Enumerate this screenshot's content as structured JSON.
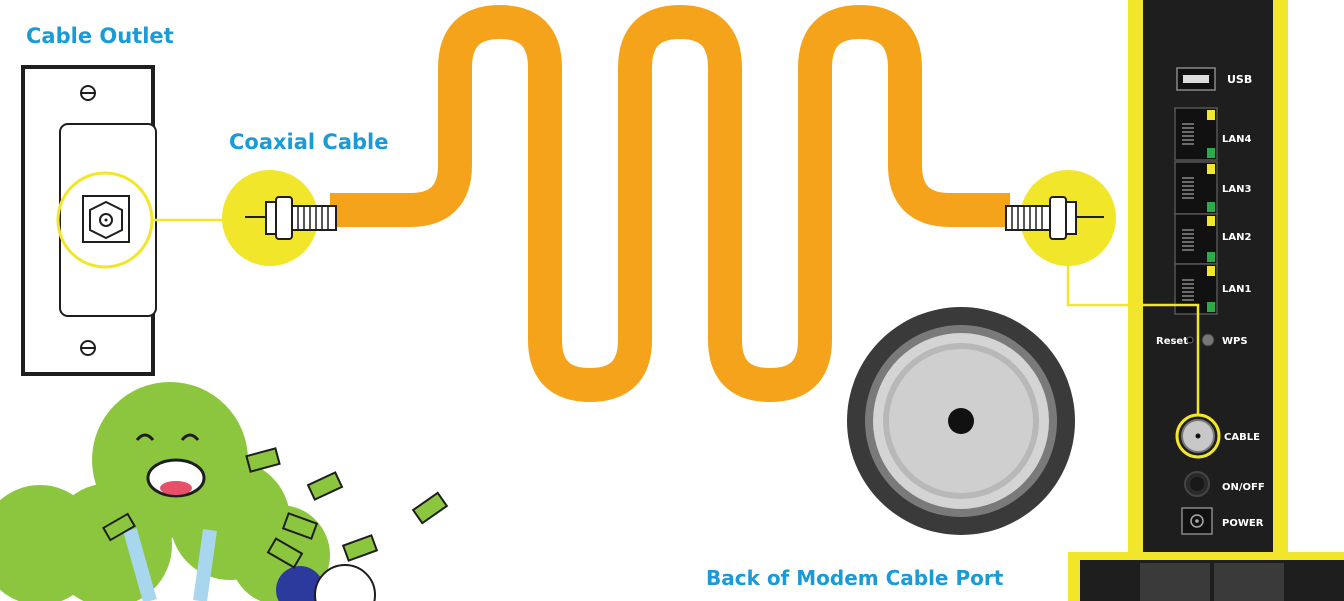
{
  "labels": {
    "cable_outlet": "Cable Outlet",
    "coaxial_cable": "Coaxial Cable",
    "back_of_modem": "Back of Modem Cable Port"
  },
  "modem_ports": {
    "usb": "USB",
    "lan4": "LAN4",
    "lan3": "LAN3",
    "lan2": "LAN2",
    "lan1": "LAN1",
    "reset": "Reset",
    "wps": "WPS",
    "cable": "CABLE",
    "on_off": "ON/OFF",
    "power": "POWER"
  },
  "colors": {
    "label_blue": "#1a9bd7",
    "cable_orange": "#f5a31a",
    "highlight_yellow": "#f2e62b",
    "modem_body": "#1e1e1e",
    "mascot_green": "#8cc63f"
  }
}
